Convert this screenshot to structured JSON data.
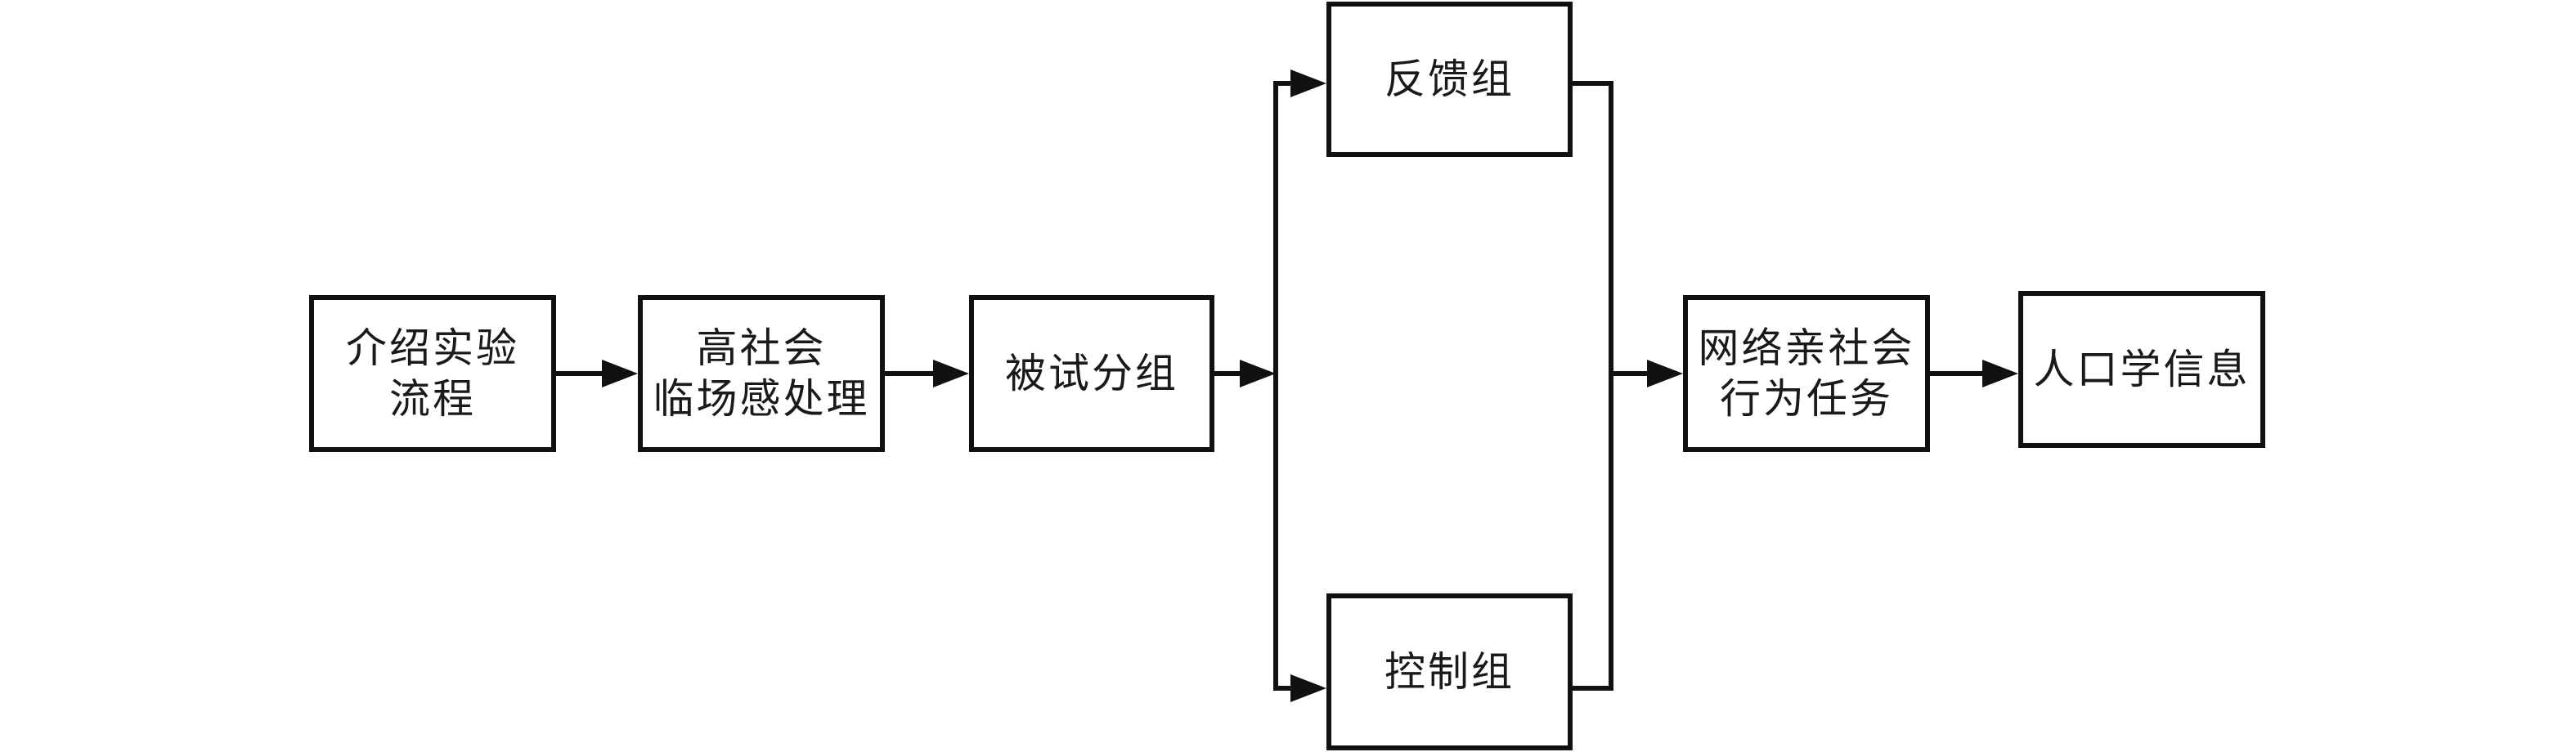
{
  "colors": {
    "background": "#ffffff",
    "line": "#111111",
    "text": "#1a1a1a"
  },
  "diagram": {
    "type": "flowchart",
    "direction": "left-to-right",
    "nodes": [
      {
        "id": "introduce-procedure",
        "label": "介绍实验\n流程"
      },
      {
        "id": "high-social-presence-treatment",
        "label": "高社会\n临场感处理"
      },
      {
        "id": "participant-grouping",
        "label": "被试分组"
      },
      {
        "id": "feedback-group",
        "label": "反馈组"
      },
      {
        "id": "control-group",
        "label": "控制组"
      },
      {
        "id": "online-prosocial-behavior-task",
        "label": "网络亲社会\n行为任务"
      },
      {
        "id": "demographic-information",
        "label": "人口学信息"
      }
    ],
    "edges": [
      {
        "from": "introduce-procedure",
        "to": "high-social-presence-treatment",
        "arrow": true
      },
      {
        "from": "high-social-presence-treatment",
        "to": "participant-grouping",
        "arrow": true
      },
      {
        "from": "participant-grouping",
        "to": "feedback-group",
        "arrow": true
      },
      {
        "from": "participant-grouping",
        "to": "control-group",
        "arrow": true
      },
      {
        "from": "feedback-group",
        "to": "online-prosocial-behavior-task",
        "arrow": true
      },
      {
        "from": "control-group",
        "to": "online-prosocial-behavior-task",
        "arrow": true
      },
      {
        "from": "online-prosocial-behavior-task",
        "to": "demographic-information",
        "arrow": true
      }
    ]
  }
}
